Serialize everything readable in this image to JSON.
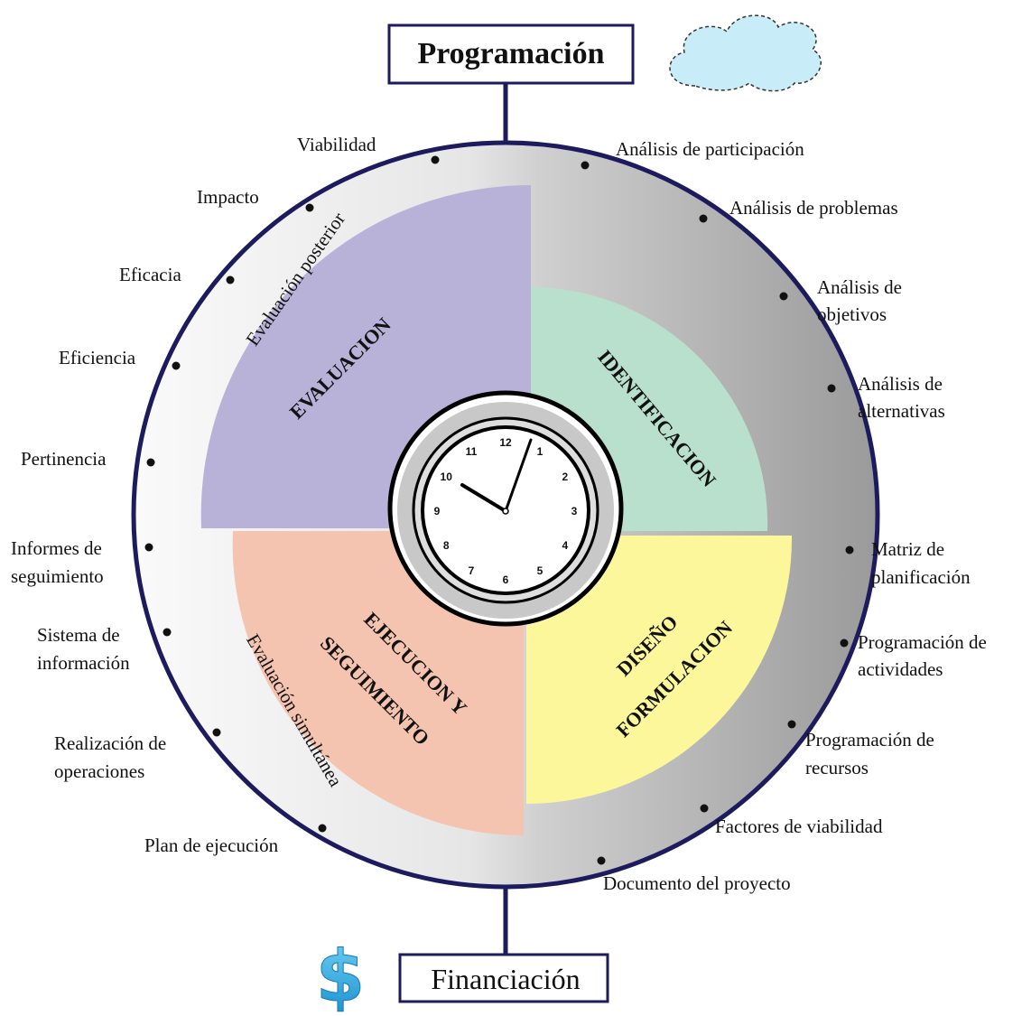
{
  "top_box": "Programación",
  "bottom_box": "Financiación",
  "currency_symbol": "$",
  "quadrants": {
    "evaluacion": "EVALUACION",
    "identificacion": "IDENTIFICACION",
    "ejecucion_line1": "EJECUCION Y",
    "ejecucion_line2": "SEGUIMIENTO",
    "diseno_line1": "DISEÑO",
    "diseno_line2": "FORMULACION"
  },
  "ring_phases": {
    "posterior": "Evaluación posterior",
    "simultanea": "Evaluación simultánea"
  },
  "labels": {
    "viabilidad": "Viabilidad",
    "impacto": "Impacto",
    "eficacia": "Eficacia",
    "eficiencia": "Eficiencia",
    "pertinencia": "Pertinencia",
    "informes_1": "Informes de",
    "informes_2": "seguimiento",
    "sistema_1": "Sistema de",
    "sistema_2": "información",
    "realizacion_1": "Realización de",
    "realizacion_2": "operaciones",
    "plan": "Plan de ejecución",
    "participacion": "Análisis de participación",
    "problemas": "Análisis de problemas",
    "objetivos_1": "Análisis de",
    "objetivos_2": "objetivos",
    "alternativas_1": "Análisis de",
    "alternativas_2": "alternativas",
    "matriz_1": "Matriz de",
    "matriz_2": "planificación",
    "actividades_1": "Programación de",
    "actividades_2": "actividades",
    "recursos_1": "Programación de",
    "recursos_2": "recursos",
    "factores": "Factores de viabilidad",
    "documento": "Documento del proyecto"
  },
  "clock_numbers": [
    "12",
    "1",
    "2",
    "3",
    "4",
    "5",
    "6",
    "7",
    "8",
    "9",
    "10",
    "11"
  ],
  "colors": {
    "evaluacion": "#b9b2d8",
    "identificacion": "#b8e0cc",
    "ejecucion": "#f4c4b0",
    "diseno": "#fbf79a",
    "ring_outline": "#1e1a5e",
    "cloud": "#c8ecf8",
    "dollar": "#2aa8e0"
  }
}
